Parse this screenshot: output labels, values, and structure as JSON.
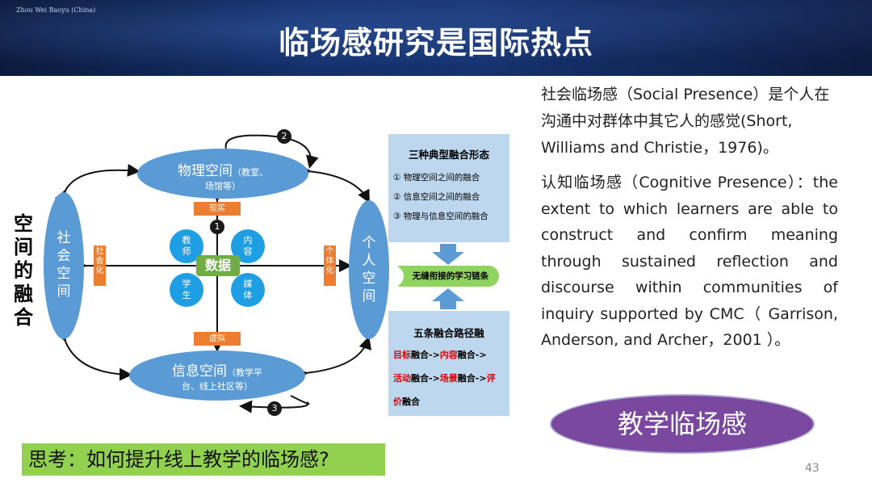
{
  "header": {
    "watermark": "Zhou Wei Baoyu (China)",
    "title": "临场感研究是国际热点"
  },
  "diagram": {
    "side_label": "空间的融合",
    "physical_space": {
      "name": "物理空间",
      "note": "（教室、",
      "note2": "场馆等）"
    },
    "info_space": {
      "name": "信息空间",
      "note": "（教学平",
      "note2": "台、线上社区等）"
    },
    "social_space": "社会空间",
    "personal_space": "个人空间",
    "tags": {
      "reality": "现实",
      "virtual": "虚拟",
      "socialize": "社会化",
      "personalize": "个体化"
    },
    "center": "数据",
    "small_nodes": {
      "teacher": "教师",
      "content": "内容",
      "student": "学生",
      "media": "媒体"
    },
    "step_numbers": [
      "1",
      "2",
      "3"
    ]
  },
  "panel_top": {
    "heading": "三种典型融合形态",
    "items": [
      "① 物理空间之间的融合",
      "② 信息空间之间的融合",
      "③ 物理与信息空间的融合"
    ]
  },
  "chain": "无缝衔接的学习链条",
  "panel_bottom": {
    "heading": "五条融合路径融",
    "line1": {
      "a": "目标",
      "b": "融合->",
      "c": "内容",
      "d": "融合->"
    },
    "line2": {
      "a": "活动",
      "b": "融合->",
      "c": "场景",
      "d": "融合->",
      "e": "评"
    },
    "line3": {
      "a": "价",
      "b": "融合"
    }
  },
  "right": {
    "social_presence": "社会临场感（Social Presence）是个人在沟通中对群体中其它人的感觉(Short, Williams and Christie，1976)。",
    "cognitive_presence": "认知临场感（Cognitive Presence）：the extent to which learners are able to construct and confirm meaning through sustained reflection and discourse within communities of inquiry supported by CMC（ Garrison, Anderson, and Archer，2001 ）。"
  },
  "purple_label": "教学临场感",
  "think_bar": "思考：如何提升线上教学的临场感?",
  "page_number": "43",
  "colors": {
    "ellipse": "#5b9bd5",
    "tag": "#ed7d31",
    "data": "#70ad47",
    "panel": "#bdd7ee",
    "chain": "#8fd45e",
    "purple": "#7b489f",
    "think": "#92d050"
  }
}
